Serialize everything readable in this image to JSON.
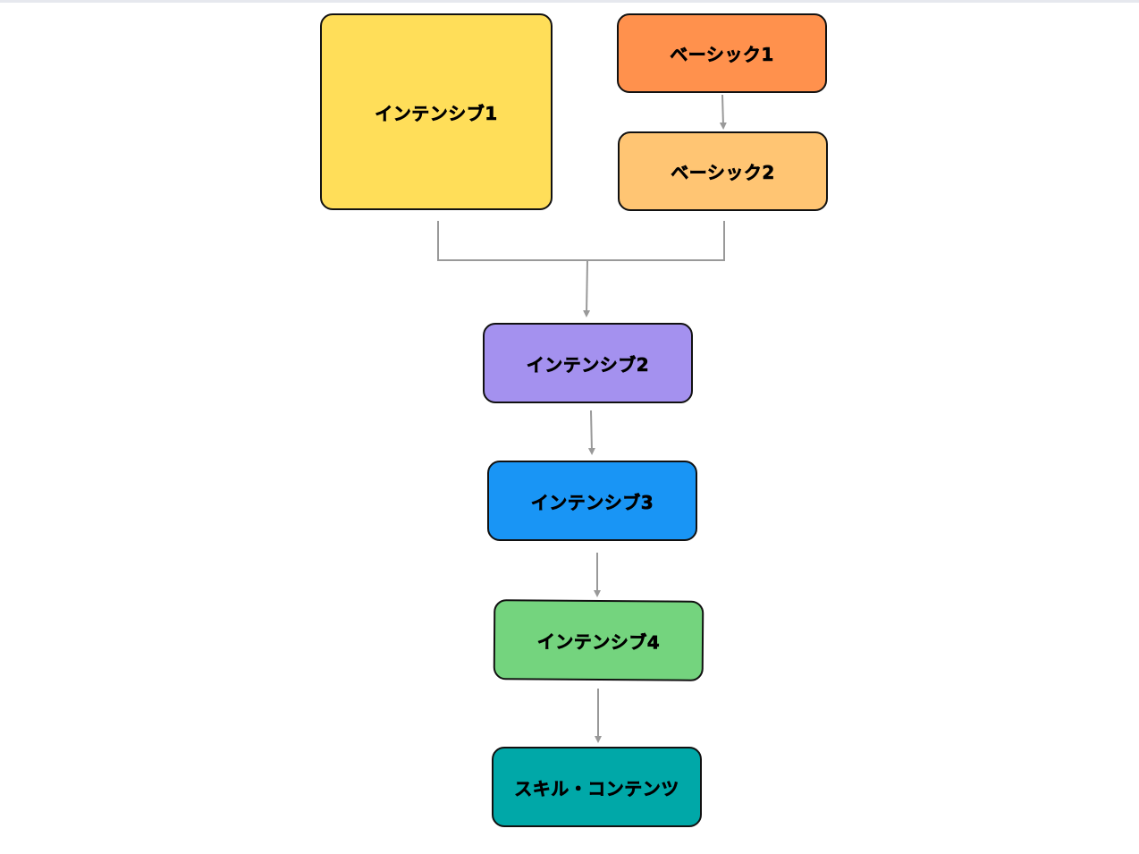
{
  "diagram": {
    "nodes": [
      {
        "id": "intensive1",
        "label": "インテンシブ1",
        "color": "#FFDE59"
      },
      {
        "id": "basic1",
        "label": "ベーシック1",
        "color": "#FF914D"
      },
      {
        "id": "basic2",
        "label": "ベーシック2",
        "color": "#FFC573"
      },
      {
        "id": "intensive2",
        "label": "インテンシブ2",
        "color": "#A491EF"
      },
      {
        "id": "intensive3",
        "label": "インテンシブ3",
        "color": "#1995F5"
      },
      {
        "id": "intensive4",
        "label": "インテンシブ4",
        "color": "#74D47E"
      },
      {
        "id": "skill",
        "label": "スキル・コンテンツ",
        "color": "#00A8A8"
      }
    ],
    "edges": [
      {
        "from": "basic1",
        "to": "basic2"
      },
      {
        "from": [
          "intensive1",
          "basic2"
        ],
        "to": "intensive2"
      },
      {
        "from": "intensive2",
        "to": "intensive3"
      },
      {
        "from": "intensive3",
        "to": "intensive4"
      },
      {
        "from": "intensive4",
        "to": "skill"
      }
    ],
    "connector_color": "#999999"
  }
}
